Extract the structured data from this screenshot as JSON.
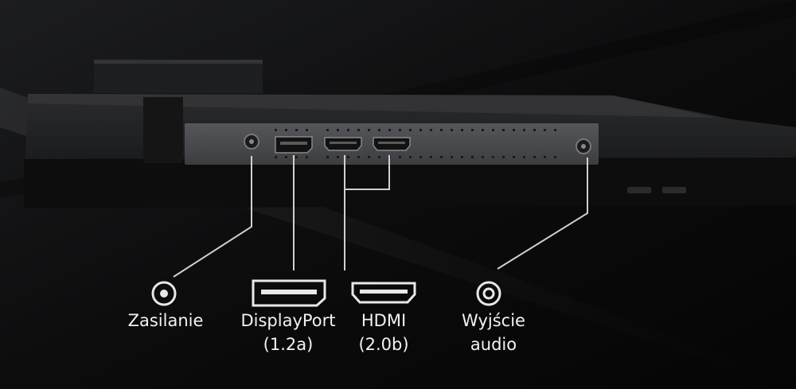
{
  "ports": [
    {
      "id": "power",
      "line1": "Zasilanie",
      "line2": "",
      "icon": "power-input-icon"
    },
    {
      "id": "displayport",
      "line1": "DisplayPort",
      "line2": "(1.2a)",
      "icon": "displayport-icon"
    },
    {
      "id": "hdmi",
      "line1": "HDMI",
      "line2": "(2.0b)",
      "icon": "hdmi-icon"
    },
    {
      "id": "audio",
      "line1": "Wyjście",
      "line2": "audio",
      "icon": "audio-jack-icon"
    }
  ],
  "colors": {
    "background": "#0b0b0c",
    "panel": "#4a4b4d",
    "label": "#f2f2f2",
    "line": "#d0d0d0"
  }
}
